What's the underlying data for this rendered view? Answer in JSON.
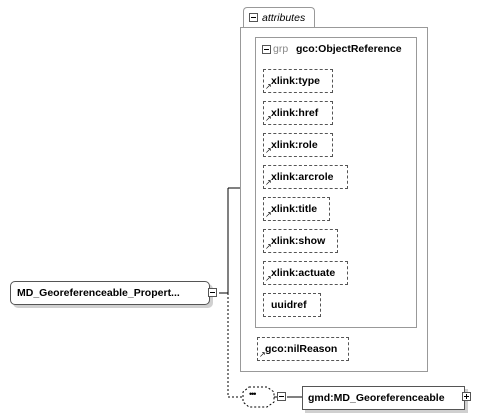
{
  "root": {
    "label": "MD_Georeferenceable_Propert..."
  },
  "attributes_group": {
    "title": "attributes",
    "ref_group": {
      "prefix": "grp",
      "name": "gco:ObjectReference",
      "items": [
        "xlink:type",
        "xlink:href",
        "xlink:role",
        "xlink:arcrole",
        "xlink:title",
        "xlink:show",
        "xlink:actuate",
        "uuidref"
      ]
    },
    "nil_reason": "gco:nilReason"
  },
  "sequence": {
    "symbol": "•••"
  },
  "child": {
    "label": "gmd:MD_Georeferenceable"
  }
}
